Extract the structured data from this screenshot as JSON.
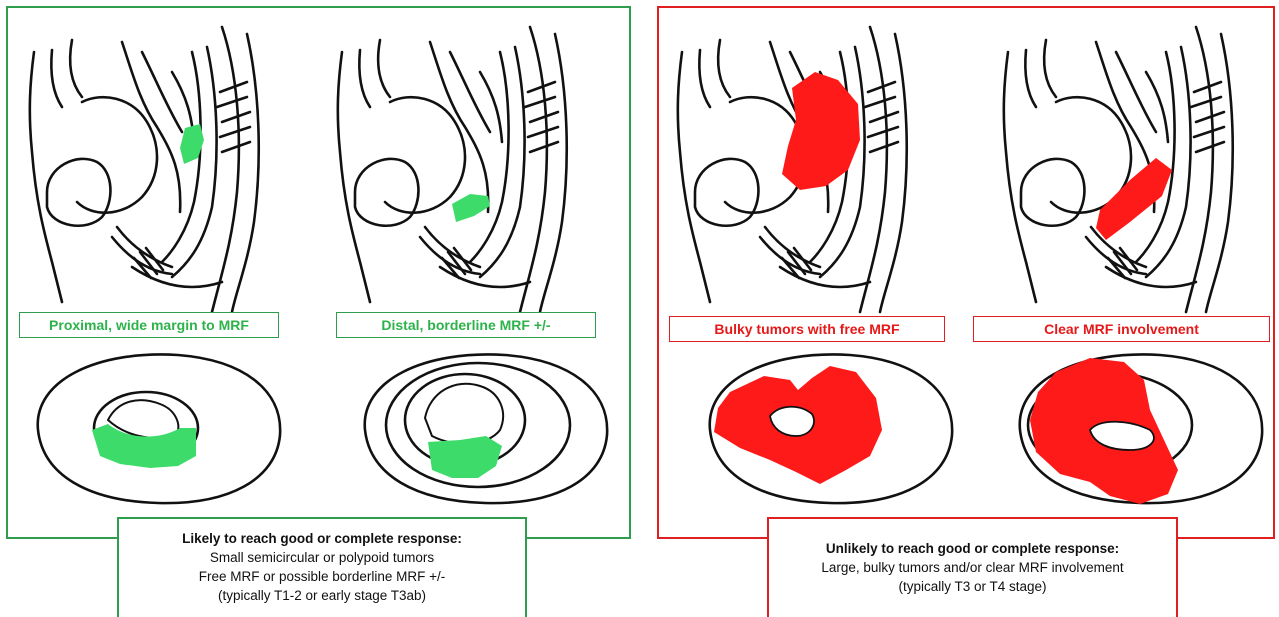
{
  "favorable": {
    "labels": [
      "Proximal, wide margin to MRF",
      "Distal, borderline MRF +/-"
    ],
    "summary": {
      "title": "Likely to reach good or complete response:",
      "line1": "Small semicircular or polypoid tumors",
      "line2": "Free MRF or possible borderline MRF +/-",
      "line3": "(typically T1-2 or early stage T3ab)"
    }
  },
  "unfavorable": {
    "labels": [
      "Bulky tumors with free MRF",
      "Clear MRF involvement"
    ],
    "summary": {
      "title": "Unlikely to reach good or complete response:",
      "line1": "Large, bulky tumors and/or clear MRF involvement",
      "line2": "(typically T3 or T4 stage)"
    }
  },
  "colors": {
    "favorable": "#2e9e4e",
    "favorable_tumor": "#3ddc6a",
    "unfavorable": "#e02020",
    "unfavorable_tumor": "#ff1a1a"
  }
}
